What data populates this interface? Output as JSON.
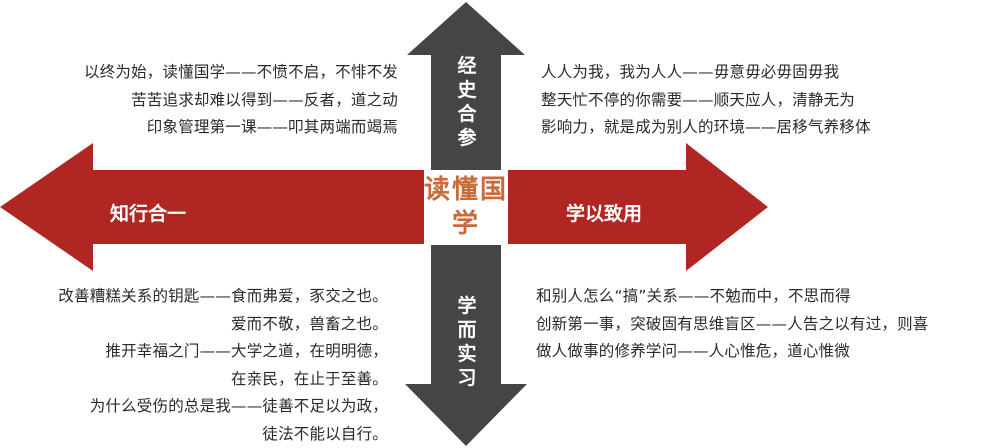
{
  "center": {
    "title": "读懂国学"
  },
  "arrows": {
    "up": "经史合参",
    "down": "学而实习",
    "left": "知行合一",
    "right": "学以致用"
  },
  "colors": {
    "red": "#b02622",
    "dark_gray": "#454545",
    "center_text": "#c76b3b"
  },
  "quadrants": {
    "top_left": [
      "以终为始，读懂国学——不愤不启，不悱不发",
      "苦苦追求却难以得到——反者，道之动",
      "印象管理第一课——叩其两端而竭焉"
    ],
    "top_right": [
      "人人为我，我为人人——毋意毋必毋固毋我",
      "整天忙不停的你需要——顺天应人，清静无为",
      "影响力，就是成为别人的环境——居移气养移体"
    ],
    "bottom_left": [
      "改善糟糕关系的钥匙——食而弗爱，豕交之也。",
      "爱而不敬，兽畜之也。",
      "推开幸福之门——大学之道，在明明德，",
      "在亲民，在止于至善。",
      "为什么受伤的总是我——徒善不足以为政，",
      "徒法不能以自行。"
    ],
    "bottom_right": [
      "和别人怎么“搞”关系——不勉而中，不思而得",
      "创新第一事，突破固有思维盲区——人告之以有过，则喜",
      "做人做事的修养学问——人心惟危，道心惟微"
    ]
  }
}
